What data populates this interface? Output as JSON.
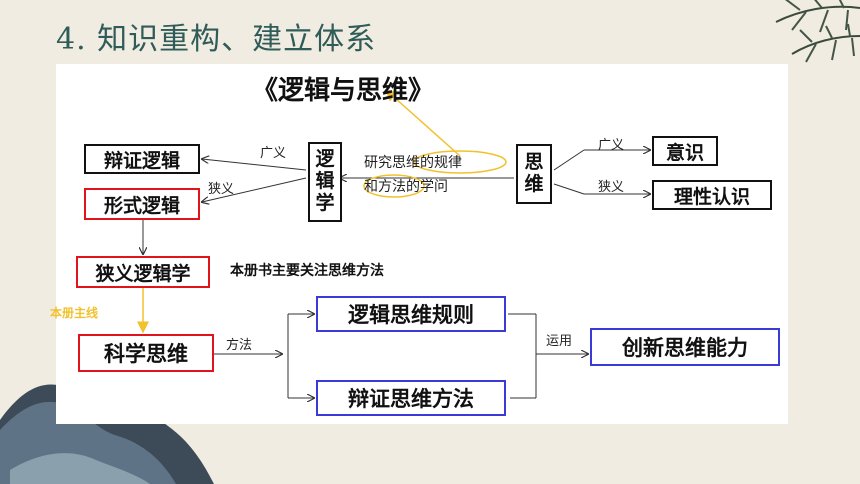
{
  "title": "4. 知识重构、建立体系",
  "diagram": {
    "book_title": "《逻辑与思维》",
    "boxes": {
      "bianzheng_luoji": "辩证逻辑",
      "xingshi_luoji": "形式逻辑",
      "luojixue": "逻辑学",
      "siwei": "思维",
      "yishi": "意识",
      "lixing_renshi": "理性认识",
      "xiayi_luojixue": "狭义逻辑学",
      "kexue_siwei": "科学思维",
      "luoji_siwei_guize": "逻辑思维规则",
      "bianzheng_siwei_fangfa": "辩证思维方法",
      "chuangxin_siwei_nengli": "创新思维能力"
    },
    "labels": {
      "guangyi_left": "广义",
      "xiayi_left": "狭义",
      "definition_line1": "研究思维的规律",
      "definition_line2": "和方法的学问",
      "guangyi_right": "广义",
      "xiayi_right": "狭义",
      "focus_note": "本册书主要关注思维方法",
      "main_line": "本册主线",
      "fangfa": "方法",
      "yunyong": "运用"
    },
    "colors": {
      "red": "#e2141b",
      "blue": "#3a3ad6",
      "yellow": "#f2c12e",
      "title": "#2f5b58"
    }
  }
}
